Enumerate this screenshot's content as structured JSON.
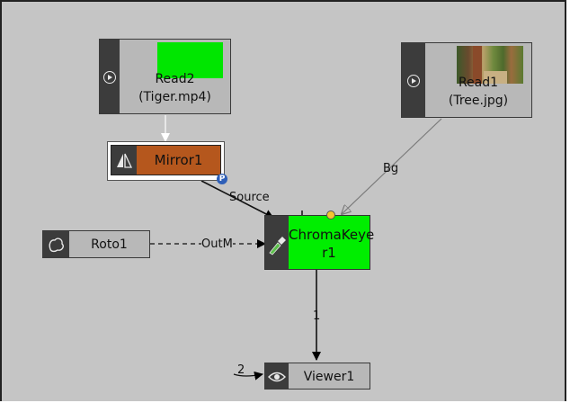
{
  "nodes": {
    "read2": {
      "name": "Read2",
      "file": "(Tiger.mp4)",
      "thumb_color": "#00e600"
    },
    "read1": {
      "name": "Read1",
      "file": "(Tree.jpg)"
    },
    "mirror1": {
      "name": "Mirror1",
      "badge": "P",
      "color": "#b5571d"
    },
    "chromakeyer1": {
      "name_line1": "ChromaKeye",
      "name_line2": "r1",
      "color": "#00ee00"
    },
    "roto1": {
      "name": "Roto1"
    },
    "viewer1": {
      "name": "Viewer1"
    }
  },
  "edges": {
    "source": "Source",
    "bg": "Bg",
    "outm": "OutM",
    "to_viewer": "1",
    "viewer_input": "2"
  },
  "colors": {
    "background": "#c5c5c5",
    "node_body": "#b8b8b8",
    "icon_bar": "#3c3c3c",
    "connector": "#f4c430"
  }
}
